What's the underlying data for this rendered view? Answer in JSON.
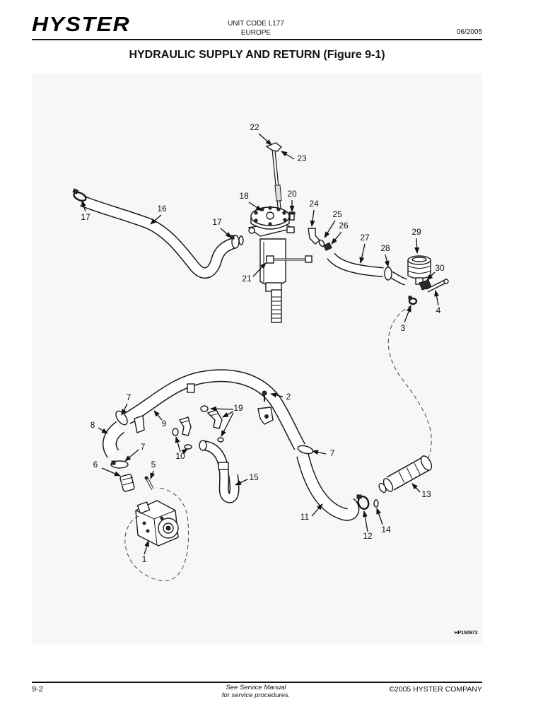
{
  "header": {
    "logo_text": "HYSTER",
    "unit_code": "UNIT CODE L177",
    "region": "EUROPE",
    "date": "06/2005"
  },
  "title": "HYDRAULIC SUPPLY AND RETURN (Figure 9-1)",
  "diagram": {
    "callouts": [
      "22",
      "23",
      "18",
      "20",
      "24",
      "25",
      "26",
      "17",
      "16",
      "17",
      "27",
      "29",
      "28",
      "30",
      "21",
      "4",
      "3",
      "7",
      "2",
      "19",
      "8",
      "9",
      "7",
      "10",
      "7",
      "6",
      "5",
      "15",
      "13",
      "11",
      "14",
      "12",
      "1"
    ],
    "drawing_number": "HP150973"
  },
  "footer": {
    "page_number": "9-2",
    "note_line1": "See Service Manual",
    "note_line2": "for service procedures.",
    "copyright": "©2005 HYSTER COMPANY"
  }
}
